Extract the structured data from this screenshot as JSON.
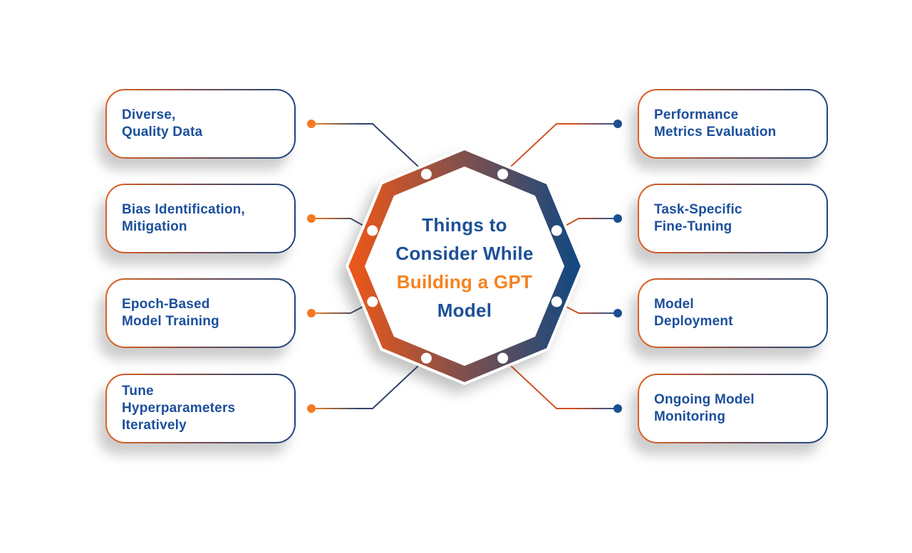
{
  "center": {
    "line1": "Things to",
    "line2": "Consider While",
    "line3": "Building a GPT",
    "line4": "Model"
  },
  "left_items": [
    {
      "label": "Diverse,\nQuality Data"
    },
    {
      "label": "Bias Identification,\nMitigation"
    },
    {
      "label": "Epoch-Based\nModel Training"
    },
    {
      "label": "Tune\nHyperparameters\nIteratively"
    }
  ],
  "right_items": [
    {
      "label": "Performance\nMetrics Evaluation"
    },
    {
      "label": "Task-Specific\nFine-Tuning"
    },
    {
      "label": "Model\nDeployment"
    },
    {
      "label": "Ongoing Model\nMonitoring"
    }
  ],
  "colors": {
    "background": "#ffffff",
    "text_blue": "#1b4f9b",
    "title_blue": "#1d5096",
    "title_orange": "#f5821f",
    "octagon_orange": "#e8571b",
    "octagon_navy": "#16497f",
    "connector_orange": "#f5821f",
    "connector_red_orange": "#d0521f",
    "connector_navy": "#31436a",
    "dot_orange": "#f57921",
    "dot_navy": "#1b4f93",
    "node_dot_white": "#ffffff",
    "card_border_orange": "#e2601f",
    "card_border_navy": "#1c4880"
  }
}
